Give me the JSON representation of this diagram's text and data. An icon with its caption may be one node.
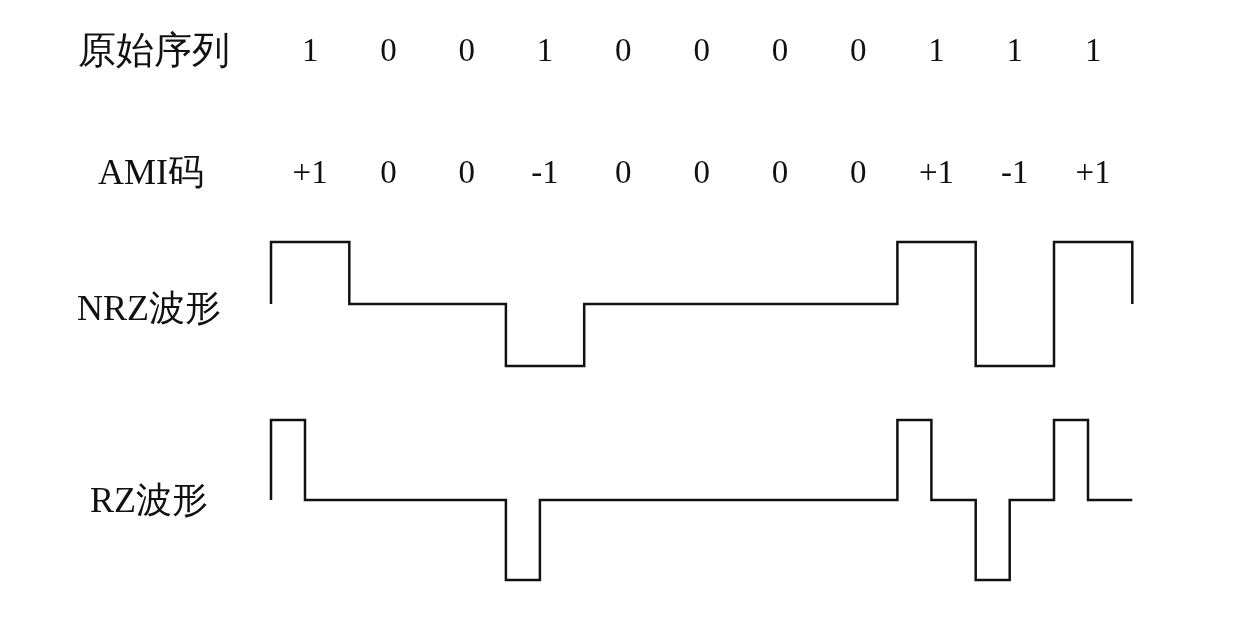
{
  "diagram": {
    "labels": [
      "原始序列",
      "1",
      "0",
      "0",
      "1",
      "0",
      "0",
      "0",
      "0",
      "1",
      "1",
      "1",
      "AMI码",
      "+1",
      "0",
      "0",
      "-1",
      "0",
      "0",
      "0",
      "0",
      "+1",
      "-1",
      "+1",
      "NRZ波形",
      "RZ波形"
    ]
  }
}
